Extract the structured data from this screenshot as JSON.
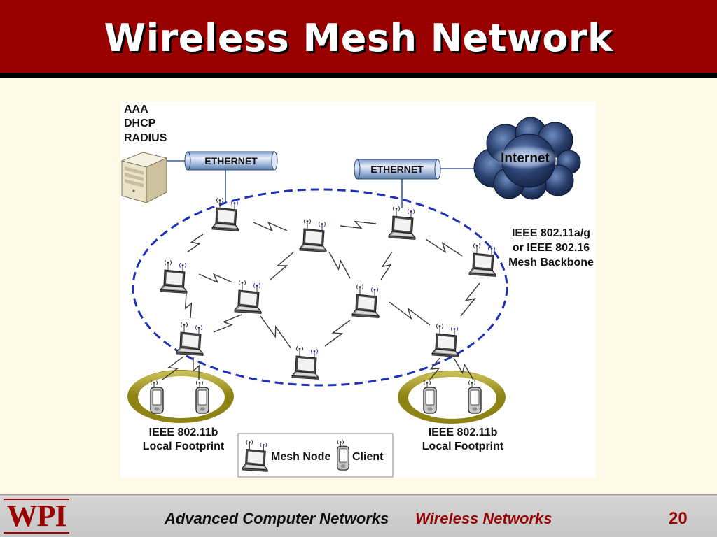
{
  "slide": {
    "title": "Wireless Mesh Network",
    "colors": {
      "banner": "#990000",
      "background": "#FFF9E6",
      "accent": "#990000",
      "mesh_backbone": "#1F31B8",
      "footprint_ring": "#8E8414"
    }
  },
  "diagram": {
    "server": {
      "icon": "server-tower-icon",
      "labels": [
        "AAA",
        "DHCP",
        "RADIUS"
      ]
    },
    "ethernet_left": {
      "label": "ETHERNET"
    },
    "ethernet_right": {
      "label": "ETHERNET"
    },
    "internet": {
      "icon": "cloud-icon",
      "label": "Internet"
    },
    "backbone": {
      "labels": [
        "IEEE 802.11a/g",
        "or IEEE 802.16",
        "Mesh Backbone"
      ]
    },
    "footprint_left": {
      "labels": [
        "IEEE 802.11b",
        "Local Footprint"
      ]
    },
    "footprint_right": {
      "labels": [
        "IEEE 802.11b",
        "Local Footprint"
      ]
    },
    "mesh_node_icon": "laptop-antenna-icon",
    "client_icon": "pda-client-icon",
    "wireless_link_icon": "lightning-link-icon",
    "legend": {
      "mesh_node": "Mesh Node",
      "client": "Client"
    }
  },
  "footer": {
    "logo": "WPI",
    "course": "Advanced Computer Networks",
    "topic": "Wireless Networks",
    "page_number": "20"
  }
}
